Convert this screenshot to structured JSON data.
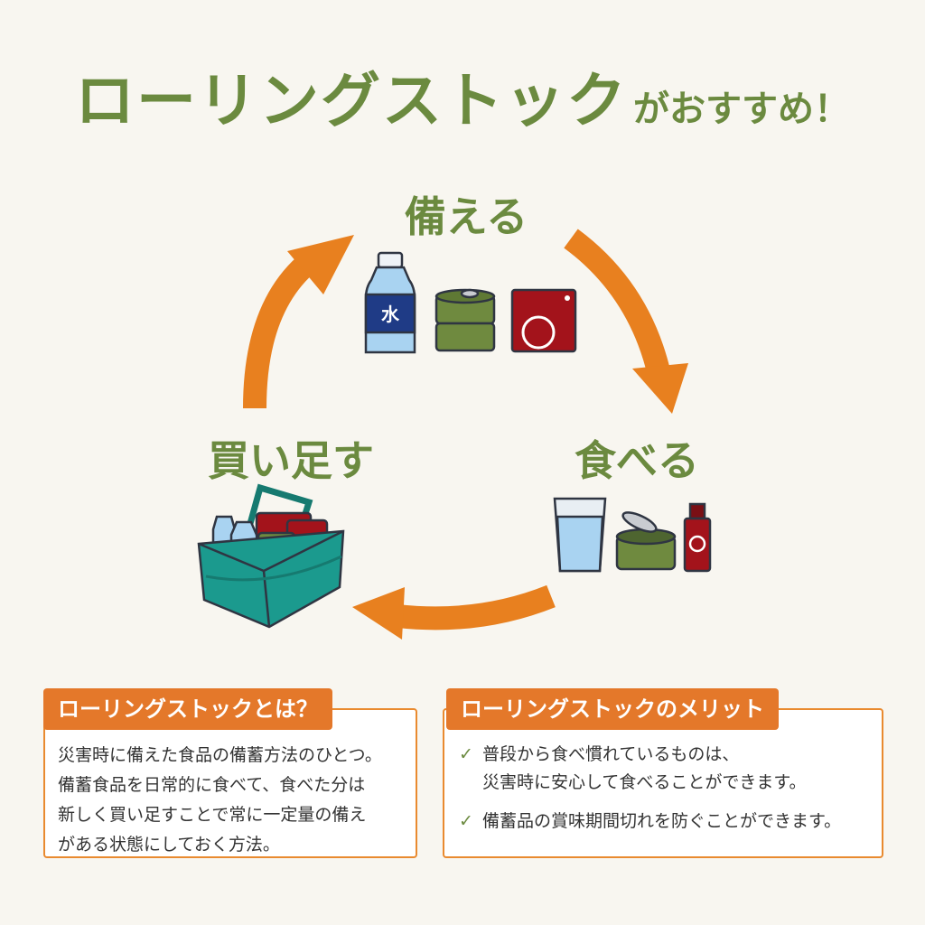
{
  "title": {
    "main": "ローリングストック",
    "sub": "がおすすめ！"
  },
  "steps": {
    "prepare": "備える",
    "eat": "食べる",
    "rebuy": "買い足す"
  },
  "icons": {
    "water_label": "水"
  },
  "about_box": {
    "heading": "ローリングストックとは？",
    "lines": [
      "災害時に備えた食品の備蓄方法のひとつ。",
      "備蓄食品を日常的に食べて、食べた分は",
      "新しく買い足すことで常に一定量の備え",
      "がある状態にしておく方法。"
    ]
  },
  "merit_box": {
    "heading": "ローリングストックのメリット",
    "items": [
      {
        "line1": "普段から食べ慣れているものは、",
        "line2": "災害時に安心して食べることができます。"
      },
      {
        "line1": "備蓄品の賞味期間切れを防ぐことができます。",
        "line2": ""
      }
    ]
  },
  "colors": {
    "green": "#6b8a3f",
    "orange": "#e8801f",
    "teal": "#1b9a8e",
    "red": "#a3131b",
    "background": "#f8f6f0"
  }
}
